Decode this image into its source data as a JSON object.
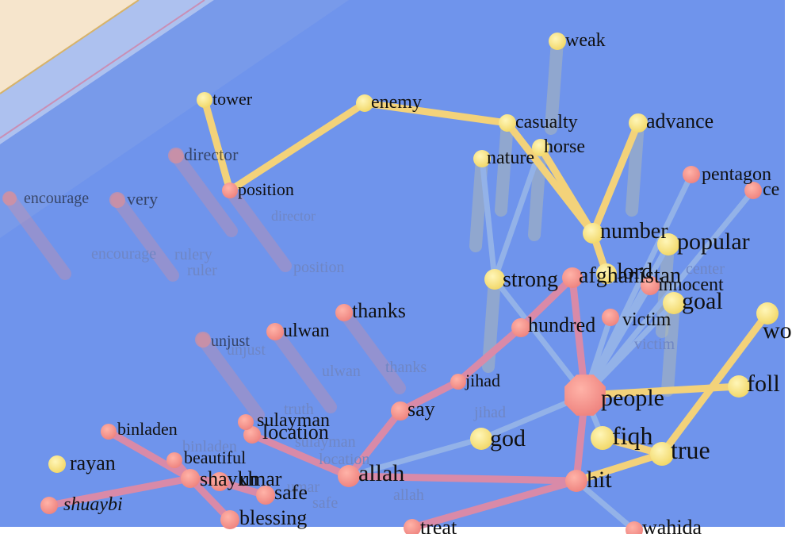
{
  "palette": {
    "background": "#6f94ec",
    "floor": "#f6e5cc",
    "floor_band": "#b9c9f0",
    "floor_edge": "#c98fb5",
    "yellow_node": "#f7e27a",
    "yellow_edge": "#f3d27a",
    "red_node": "#f38e87",
    "red_edge": "#d98aa8",
    "blue_edge": "#93b2e8"
  },
  "graph": {
    "yellow_nodes": [
      {
        "id": "weak",
        "label": "weak",
        "size": 22
      },
      {
        "id": "tower",
        "label": "tower",
        "size": 20
      },
      {
        "id": "enemy",
        "label": "enemy",
        "size": 22
      },
      {
        "id": "casualty",
        "label": "casualty",
        "size": 22
      },
      {
        "id": "advance",
        "label": "advance",
        "size": 24
      },
      {
        "id": "horse",
        "label": "horse",
        "size": 22
      },
      {
        "id": "nature",
        "label": "nature",
        "size": 22
      },
      {
        "id": "number",
        "label": "number",
        "size": 26
      },
      {
        "id": "popular",
        "label": "popular",
        "size": 28
      },
      {
        "id": "lord",
        "label": "lord",
        "size": 26
      },
      {
        "id": "strong",
        "label": "strong",
        "size": 26
      },
      {
        "id": "goal",
        "label": "goal",
        "size": 28
      },
      {
        "id": "god",
        "label": "god",
        "size": 28
      },
      {
        "id": "fiqh",
        "label": "fiqh",
        "size": 30
      },
      {
        "id": "true",
        "label": "true",
        "size": 30
      },
      {
        "id": "rayan",
        "label": "rayan",
        "size": 22
      },
      {
        "id": "foll",
        "label": "foll",
        "size": 28
      },
      {
        "id": "wo",
        "label": "wo",
        "size": 28
      }
    ],
    "red_nodes": [
      {
        "id": "position",
        "label": "position",
        "size": 20
      },
      {
        "id": "thanks",
        "label": "thanks",
        "size": 22
      },
      {
        "id": "hundred",
        "label": "hundred",
        "size": 24
      },
      {
        "id": "afghanistan",
        "label": "afghanistan",
        "size": 26
      },
      {
        "id": "say",
        "label": "say",
        "size": 24
      },
      {
        "id": "jihad",
        "label": "jihad",
        "size": 20
      },
      {
        "id": "people",
        "label": "people",
        "size": 28
      },
      {
        "id": "hit",
        "label": "hit",
        "size": 28
      },
      {
        "id": "allah",
        "label": "allah",
        "size": 28
      },
      {
        "id": "shaykh",
        "label": "shaykh",
        "size": 24
      },
      {
        "id": "umar",
        "label": "umar",
        "size": 24
      },
      {
        "id": "safe",
        "label": "safe",
        "size": 24
      },
      {
        "id": "location",
        "label": "location",
        "size": 22
      },
      {
        "id": "sulayman",
        "label": "sulayman",
        "size": 20
      },
      {
        "id": "beautiful",
        "label": "beautiful",
        "size": 20
      },
      {
        "id": "binladen",
        "label": "binladen",
        "size": 20
      },
      {
        "id": "shuaybi",
        "label": "shuaybi",
        "size": 22
      },
      {
        "id": "blessing",
        "label": "blessing",
        "size": 24
      },
      {
        "id": "ulwan",
        "label": "ulwan",
        "size": 22
      },
      {
        "id": "treat",
        "label": "treat",
        "size": 22
      },
      {
        "id": "pentagon",
        "label": "pentagon",
        "size": 22
      },
      {
        "id": "ce",
        "label": "ce",
        "size": 22
      },
      {
        "id": "innocent",
        "label": "innocent",
        "size": 24
      },
      {
        "id": "victim",
        "label": "victim",
        "size": 22
      },
      {
        "id": "wahida",
        "label": "wahida",
        "size": 22
      }
    ],
    "faded_nodes": [
      {
        "id": "director",
        "label": "director",
        "size": 20
      },
      {
        "id": "encourage",
        "label": "encourage",
        "size": 18
      },
      {
        "id": "very",
        "label": "very",
        "size": 20
      },
      {
        "id": "unjust",
        "label": "unjust",
        "size": 20
      }
    ],
    "ghost_labels": [
      {
        "id": "ghost_director",
        "label": "director"
      },
      {
        "id": "ghost_encourage",
        "label": "encourage"
      },
      {
        "id": "ghost_ruler1",
        "label": "rulery"
      },
      {
        "id": "ghost_ruler2",
        "label": "ruler"
      },
      {
        "id": "ghost_position",
        "label": "position"
      },
      {
        "id": "ghost_unjust",
        "label": "unjust"
      },
      {
        "id": "ghost_ulwan",
        "label": "ulwan"
      },
      {
        "id": "ghost_thanks",
        "label": "thanks"
      },
      {
        "id": "ghost_jihad",
        "label": "jihad"
      },
      {
        "id": "ghost_truth",
        "label": "truth"
      },
      {
        "id": "ghost_sulayman",
        "label": "sulayman"
      },
      {
        "id": "ghost_location",
        "label": "location"
      },
      {
        "id": "ghost_binladen",
        "label": "binladen"
      },
      {
        "id": "ghost_umar",
        "label": "umar"
      },
      {
        "id": "ghost_safe",
        "label": "safe"
      },
      {
        "id": "ghost_allah",
        "label": "allah"
      },
      {
        "id": "ghost_center",
        "label": "center"
      },
      {
        "id": "ghost_victim",
        "label": "victim"
      }
    ]
  }
}
